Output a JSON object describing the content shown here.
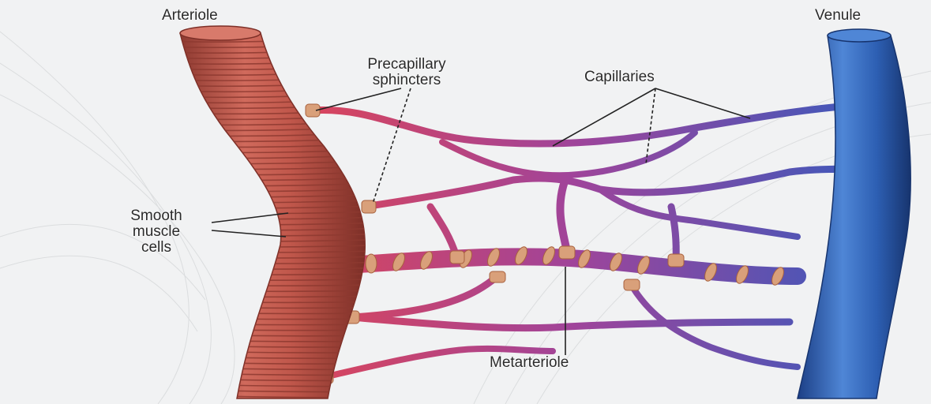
{
  "labels": {
    "arteriole": "Arteriole",
    "venule": "Venule",
    "precapillary_line1": "Precapillary",
    "precapillary_line2": "sphincters",
    "capillaries": "Capillaries",
    "smooth_line1": "Smooth",
    "smooth_line2": "muscle",
    "smooth_line3": "cells",
    "metarteriole": "Metarteriole"
  },
  "colors": {
    "arteriole": "#c0574b",
    "arteriole_band": "#8e3a31",
    "venule": "#2d5fb3",
    "capillary_arterial": "#d9455c",
    "capillary_mid": "#a0449a",
    "capillary_venous": "#4757b8",
    "sphincter": "#d9a07a",
    "background": "#f1f2f3"
  }
}
